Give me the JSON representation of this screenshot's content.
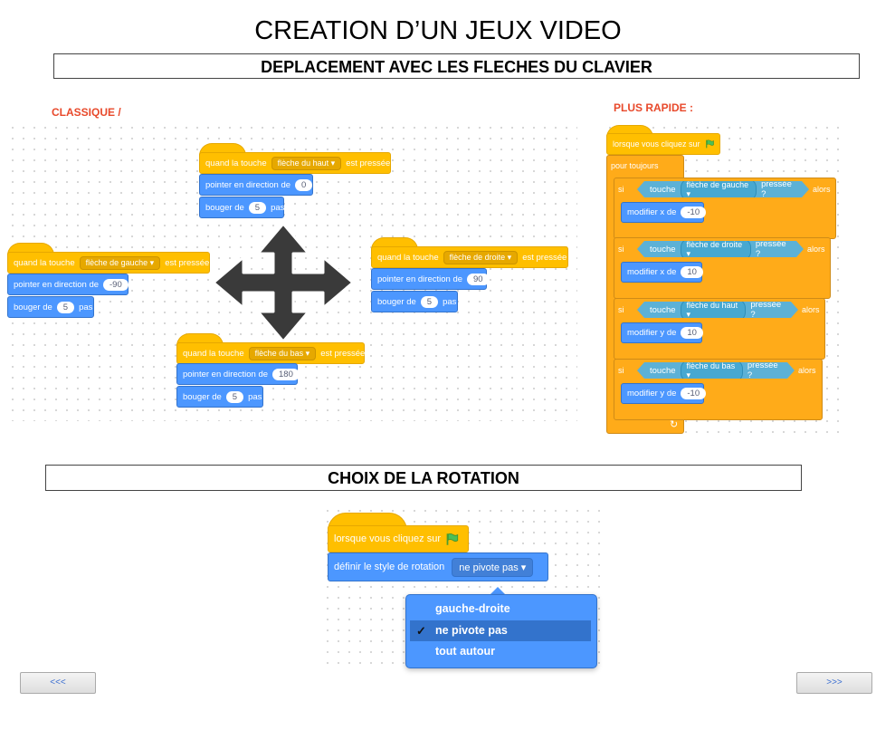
{
  "title": "CREATION D’UN JEUX VIDEO",
  "section1": "DEPLACEMENT AVEC LES FLECHES DU CLAVIER",
  "section2": "CHOIX  DE LA ROTATION",
  "labels": {
    "classic": "CLASSIQUE /",
    "fast": "PLUS RAPIDE :"
  },
  "scripts": {
    "when_key": "quand la touche",
    "is_pressed": "est pressée",
    "point_dir": "pointer en direction de",
    "move": "bouger de",
    "steps": "pas",
    "steps_value": "5",
    "up": {
      "key": "flèche du haut ▾",
      "dir": "0"
    },
    "left": {
      "key": "flèche de gauche ▾",
      "dir": "-90"
    },
    "right": {
      "key": "flèche de droite ▾",
      "dir": "90"
    },
    "down": {
      "key": "flèche du bas ▾",
      "dir": "180"
    }
  },
  "fast_script": {
    "when_flag": "lorsque vous cliquez sur",
    "forever": "pour toujours",
    "if": "si",
    "then": "alors",
    "touch": "touche",
    "pressed": "pressée ?",
    "change_x": "modifier x de",
    "change_y": "modifier y de",
    "items": [
      {
        "key": "flèche de gauche ▾",
        "change": "modifier x de",
        "value": "-10"
      },
      {
        "key": "flèche de droite ▾",
        "change": "modifier x de",
        "value": "10"
      },
      {
        "key": "flèche du haut ▾",
        "change": "modifier y de",
        "value": "10"
      },
      {
        "key": "flèche du bas ▾",
        "change": "modifier y de",
        "value": "-10"
      }
    ],
    "loop_arrow": "↻"
  },
  "rotation": {
    "when_flag": "lorsque vous cliquez sur",
    "set_style": "définir le style de rotation",
    "selected": "ne pivote pas ▾",
    "options": [
      "gauche-droite",
      "ne pivote pas",
      "tout autour"
    ],
    "check": "✓"
  },
  "nav": {
    "prev": "<<<",
    "next": ">>>"
  },
  "colors": {
    "events": "#ffbf00",
    "motion": "#4c97ff",
    "control": "#ffab19",
    "sensing": "#5cb1d6",
    "label_red": "#e8492b"
  },
  "icons": {
    "flag": "green-flag-icon",
    "arrows": "four-way-arrow-icon",
    "check": "check-icon"
  }
}
